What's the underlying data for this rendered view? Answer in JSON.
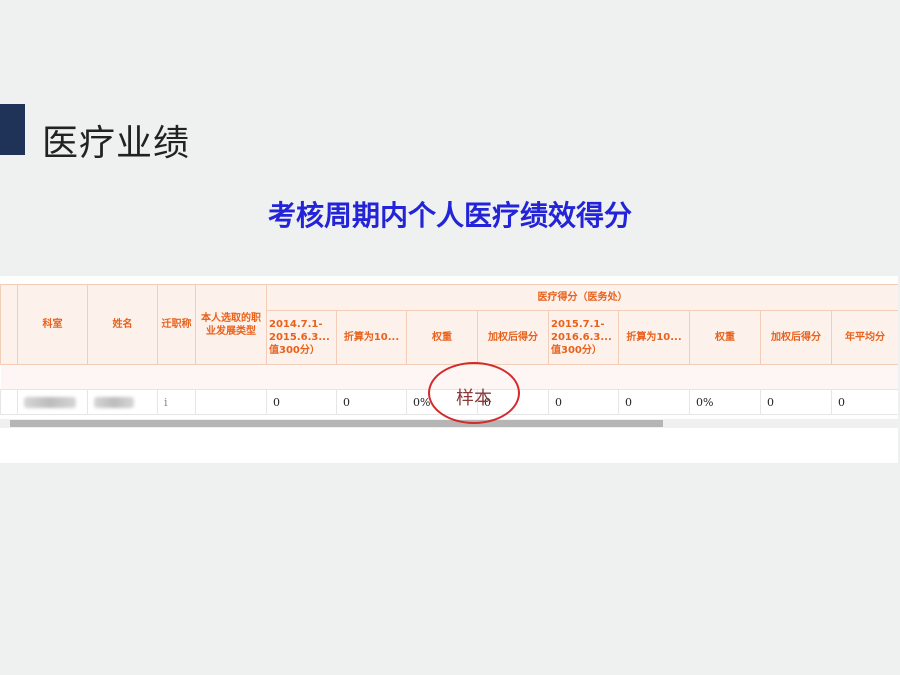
{
  "slide": {
    "title": "医疗业绩",
    "subtitle": "考核周期内个人医疗绩效得分"
  },
  "table": {
    "group_header": "医疗得分（医务处）",
    "columns": {
      "dept": "科室",
      "name": "姓名",
      "title": "迁职称",
      "career": "本人选取的职业发展类型",
      "p1_period": "2014.7.1-2015.6.3...值300分）",
      "p1_convert": "折算为10...",
      "p1_weight": "权重",
      "p1_weighted": "加权后得分",
      "p2_period": "2015.7.1-2016.6.3...值300分）",
      "p2_convert": "折算为10...",
      "p2_weight": "权重",
      "p2_weighted": "加权后得分",
      "annual_avg": "年平均分"
    },
    "row": {
      "title_fragment": "i",
      "p1_period": "0",
      "p1_convert": "0",
      "p1_weight": "0%",
      "p1_weighted": "0",
      "p2_period": "0",
      "p2_convert": "0",
      "p2_weight": "0%",
      "p2_weighted": "0",
      "annual_avg": "0"
    }
  },
  "stamp": {
    "text": "样本",
    "color": "#d42a2a"
  },
  "colors": {
    "accent_bar": "#1e3357",
    "subtitle": "#2323d8",
    "header_text": "#e8621c",
    "header_bg": "#fdf1ec"
  }
}
